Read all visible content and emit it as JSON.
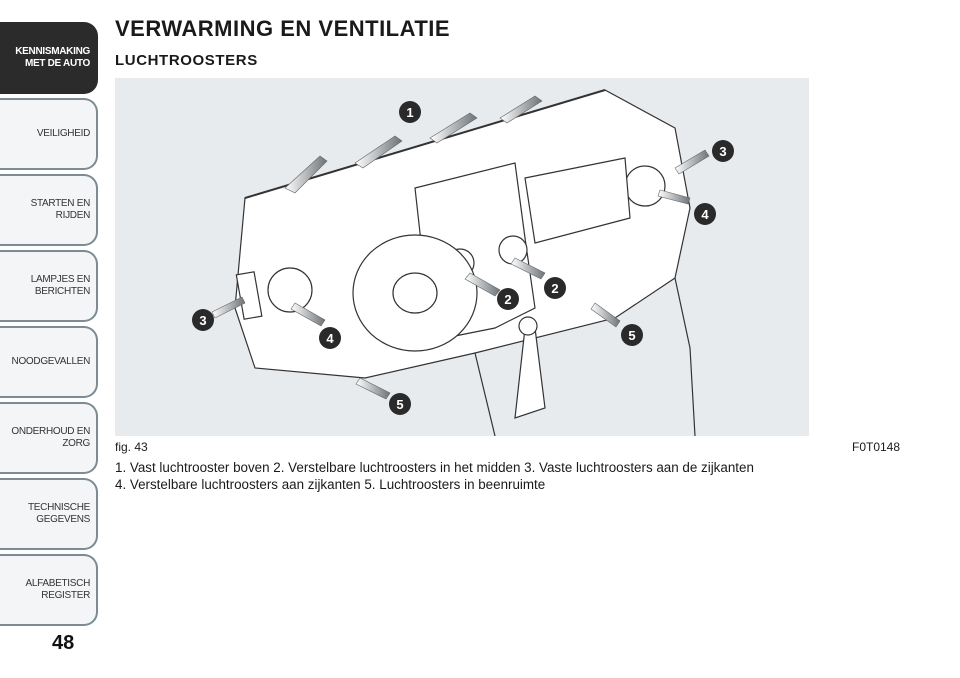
{
  "sidebar": {
    "items": [
      {
        "label": "KENNISMAKING\nMET DE AUTO",
        "active": true
      },
      {
        "label": "VEILIGHEID",
        "active": false
      },
      {
        "label": "STARTEN EN RIJDEN",
        "active": false
      },
      {
        "label": "LAMPJES EN\nBERICHTEN",
        "active": false
      },
      {
        "label": "NOODGEVALLEN",
        "active": false
      },
      {
        "label": "ONDERHOUD EN\nZORG",
        "active": false
      },
      {
        "label": "TECHNISCHE\nGEGEVENS",
        "active": false
      },
      {
        "label": "ALFABETISCH\nREGISTER",
        "active": false
      }
    ]
  },
  "page_number": "48",
  "page_title": "VERWARMING EN VENTILATIE",
  "section_title": "LUCHTROOSTERS",
  "figure": {
    "label": "fig. 43",
    "code": "F0T0148",
    "callouts": [
      "1",
      "2",
      "2",
      "3",
      "3",
      "4",
      "4",
      "5",
      "5"
    ]
  },
  "caption": {
    "line1": "1. Vast luchtrooster boven 2. Verstelbare luchtroosters in het midden 3. Vaste luchtroosters aan de zijkanten",
    "line2": "4. Verstelbare luchtroosters aan zijkanten 5. Luchtroosters in beenruimte"
  },
  "colors": {
    "active_tab": "#2b2b2b",
    "tab_border": "#7d8b95",
    "figure_bg": "#e8ebee",
    "callout": "#2a2a2a"
  }
}
